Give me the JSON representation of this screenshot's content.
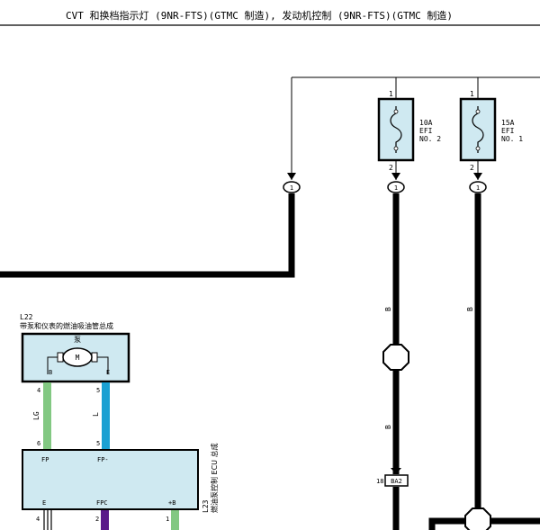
{
  "title": "CVT 和换档指示灯 (9NR-FTS)(GTMC 制造), 发动机控制 (9NR-FTS)(GTMC 制造)",
  "fuses": [
    {
      "rating": "10A",
      "name": "EFI",
      "number": "NO. 2",
      "pin_top": "1",
      "pin_bottom": "2"
    },
    {
      "rating": "15A",
      "name": "EFI",
      "number": "NO. 1",
      "pin_top": "1",
      "pin_bottom": "2"
    }
  ],
  "connectors": {
    "left_splice": "1",
    "fuse2_out": "1",
    "fuse1_out": "1",
    "ba2_label": "BA2",
    "ba2_pin": "18"
  },
  "wire_colors": {
    "fuse2_upper": "B",
    "fuse2_lower": "B",
    "fuse1": "B",
    "lg": "LG",
    "l": "L"
  },
  "pump_assembly": {
    "code": "L22",
    "name": "带泵和仪表的燃油吸油管总成",
    "pump_label": "泵",
    "motor_label": "M",
    "pin_b": "B",
    "pin_e": "E",
    "wire_b_pin": "4",
    "wire_e_pin": "5"
  },
  "ecu": {
    "code": "L23",
    "name": "燃油泵控制 ECU 总成",
    "top_pin_fp": "FP",
    "top_pin_fpm": "FP-",
    "top_pin_fp_no": "6",
    "top_pin_fpm_no": "5",
    "bottom_pin_e": "E",
    "bottom_pin_fpc": "FPC",
    "bottom_pin_plusb": "+B",
    "bottom_pin_e_no": "4",
    "bottom_pin_fpc_no": "2",
    "bottom_pin_plusb_no": "1"
  },
  "colors": {
    "component_fill": "#cfe9f1",
    "wire_black": "#000000",
    "wire_lg": "#82c882",
    "wire_l": "#1aa0d2",
    "wire_purple": "#5a1a8a"
  }
}
